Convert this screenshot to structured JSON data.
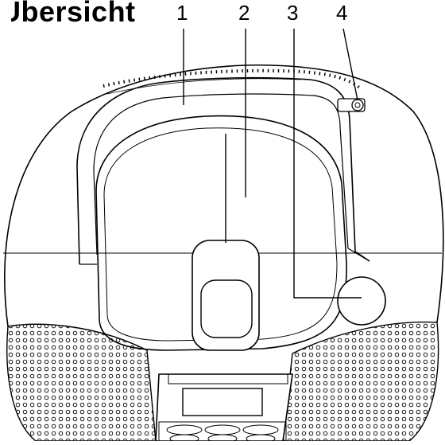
{
  "title": "Übersicht",
  "callouts": [
    {
      "label": "1"
    },
    {
      "label": "2"
    },
    {
      "label": "3"
    },
    {
      "label": "4"
    }
  ],
  "colors": {
    "line": "#000000",
    "background": "#ffffff"
  }
}
